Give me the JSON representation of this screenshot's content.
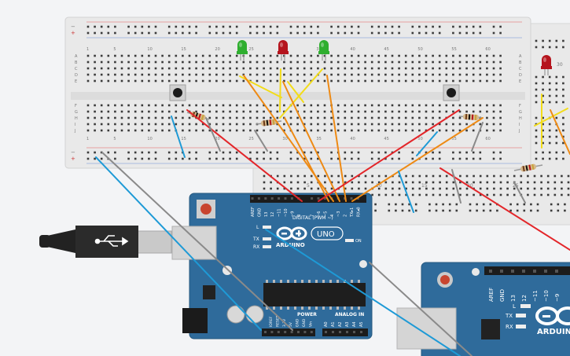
{
  "board_main": {
    "logo_text": "ARDUINO",
    "model": "UNO",
    "digital_label": "DIGITAL (PWM ~)",
    "analog_label": "ANALOG IN",
    "power_label": "POWER",
    "on_label": "ON",
    "tx_label": "TX",
    "rx_label": "RX",
    "l_label": "L",
    "top_headers": [
      "AREF",
      "GND",
      "13",
      "12",
      "~11",
      "~10",
      "~9",
      "8",
      "",
      "7",
      "~6",
      "~5",
      "4",
      "~3",
      "2",
      "TX▸1",
      "RX◂0"
    ],
    "analog_pins": [
      "A0",
      "A1",
      "A2",
      "A3",
      "A4",
      "A5"
    ],
    "power_pins": [
      "IOREF",
      "RESET",
      "3.3V",
      "5V",
      "GND",
      "GND",
      "Vin"
    ]
  },
  "board_secondary": {
    "logo_text": "ARDUINO",
    "top_headers": [
      "AREF",
      "GND",
      "13",
      "12",
      "~11",
      "~10",
      "~9"
    ],
    "tx_label": "TX",
    "rx_label": "RX",
    "l_label": "L"
  },
  "breadboard_main": {
    "col_numbers": [
      "1",
      "5",
      "10",
      "15",
      "20",
      "25",
      "30",
      "35",
      "40",
      "45",
      "50",
      "55",
      "60"
    ],
    "row_letters_top": [
      "A",
      "B",
      "C",
      "D",
      "E"
    ],
    "row_letters_bottom": [
      "F",
      "G",
      "H",
      "I",
      "J"
    ]
  },
  "breadboard_secondary": {
    "col_numbers": [
      "30",
      "5",
      "10",
      "15",
      "20",
      "25"
    ]
  },
  "colors": {
    "wire_red": "#e3262a",
    "wire_orange": "#ee8a14",
    "wire_yellow": "#f2dc1a",
    "wire_blue": "#1e9ad6",
    "wire_gray": "#8a8a8a",
    "arduino_blue": "#2f6b9b",
    "led_green": "#2fae2f",
    "led_red": "#b5141d"
  }
}
